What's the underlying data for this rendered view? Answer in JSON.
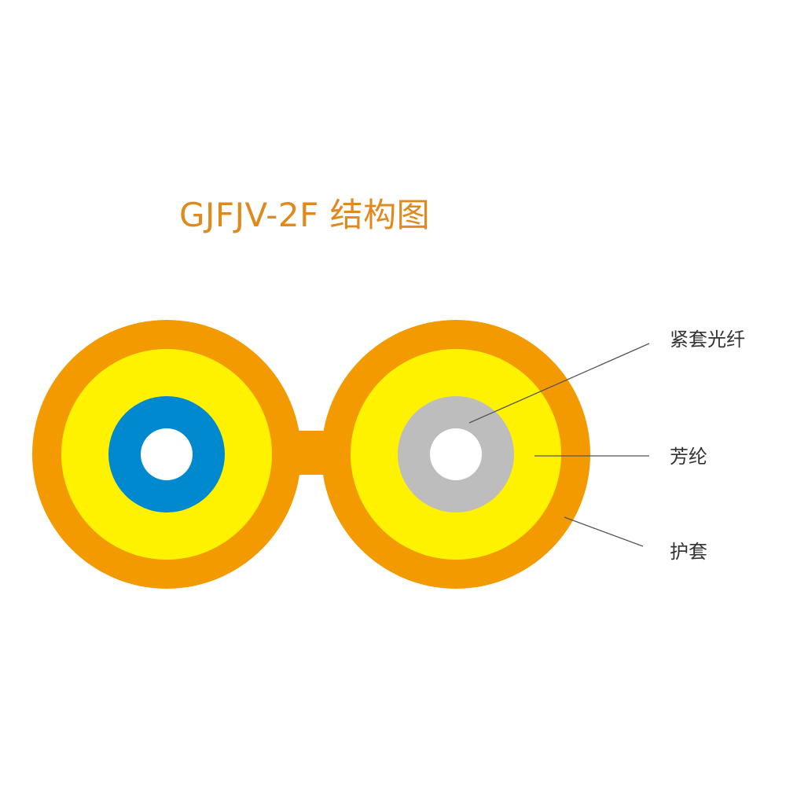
{
  "title": "GJFJV-2F 结构图",
  "labels": {
    "tight_buffered_fiber": "紧套光纤",
    "aramid_yarn": "芳纶",
    "jacket": "护套"
  },
  "colors": {
    "title": "#E08A1E",
    "jacket": "#F29A00",
    "aramid": "#FFF200",
    "buffer_left": "#0089CF",
    "buffer_right": "#BDBDBD",
    "core": "#FFFFFF",
    "leader_line": "#555555"
  }
}
